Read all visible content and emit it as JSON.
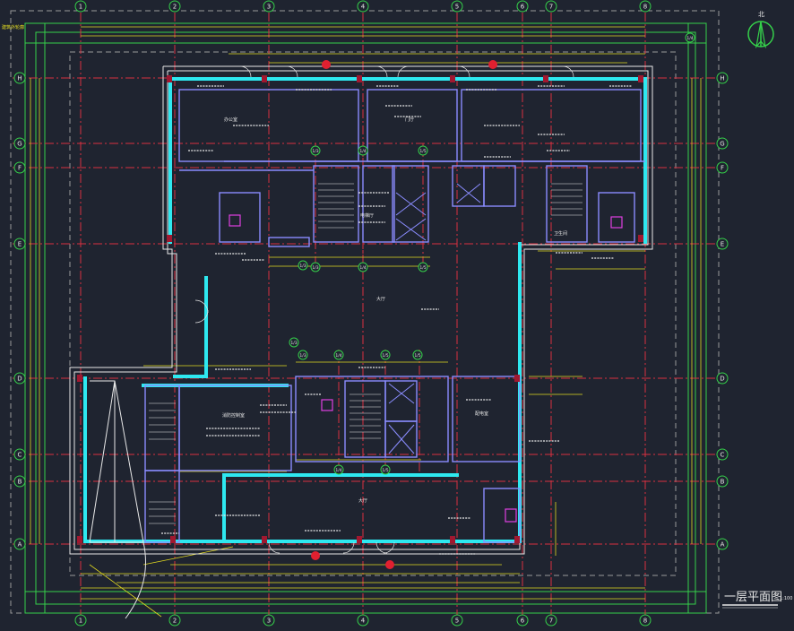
{
  "drawing": {
    "title": "一层平面图",
    "scale": "1:100",
    "north_label": "北",
    "top_left_note": "建筑外轮廓",
    "column_axes": [
      "1",
      "2",
      "3",
      "4",
      "5",
      "6",
      "7",
      "8"
    ],
    "row_axes": [
      "H",
      "G",
      "F",
      "E",
      "D",
      "C",
      "B",
      "A"
    ],
    "intermediate_axes_top": [
      "1/3",
      "1/4",
      "1/5"
    ],
    "intermediate_axes_mid": [
      "1/4",
      "1/5"
    ],
    "rooms": [
      "办公室",
      "大厅",
      "门厅",
      "大厅",
      "消防控制室",
      "配电室",
      "电梯厅",
      "卫生间"
    ]
  },
  "colors": {
    "background": "#1f2430",
    "axis_line": "#e0303a",
    "axis_bubble": "#27d04a",
    "wall": "#2ee8f0",
    "dim_line": "#e8e020",
    "interior": "#8a8cff",
    "outline": "#e8e8e8"
  }
}
